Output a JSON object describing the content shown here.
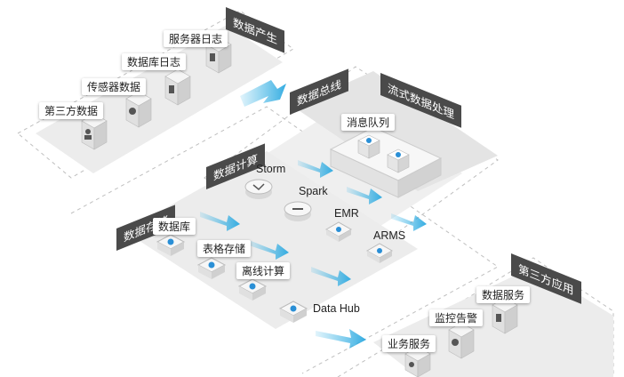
{
  "zones": {
    "data_generation": "数据产生",
    "stream_processing": "流式数据处理",
    "data_bus": "数据总线",
    "data_compute": "数据计算",
    "data_storage": "数据存储",
    "third_party_apps": "第三方应用"
  },
  "sources": [
    {
      "label": "服务器日志",
      "icon": "server-log-icon"
    },
    {
      "label": "数据库日志",
      "icon": "database-log-icon"
    },
    {
      "label": "传感器数据",
      "icon": "sensor-icon"
    },
    {
      "label": "第三方数据",
      "icon": "user-data-icon"
    }
  ],
  "message_queue": {
    "label": "消息队列",
    "icon": "message-queue-icon"
  },
  "compute": [
    {
      "label": "Storm",
      "icon": "storm-icon"
    },
    {
      "label": "Spark",
      "icon": "spark-icon"
    },
    {
      "label": "EMR",
      "icon": "emr-icon"
    },
    {
      "label": "ARMS",
      "icon": "arms-icon"
    }
  ],
  "storage": [
    {
      "label": "数据库",
      "icon": "database-icon"
    },
    {
      "label": "表格存储",
      "icon": "table-store-icon"
    },
    {
      "label": "离线计算",
      "icon": "offline-compute-icon"
    },
    {
      "label": "Data Hub",
      "icon": "datahub-icon"
    }
  ],
  "apps": [
    {
      "label": "数据服务",
      "icon": "data-service-icon"
    },
    {
      "label": "监控告警",
      "icon": "monitor-alert-icon"
    },
    {
      "label": "业务服务",
      "icon": "business-service-icon"
    }
  ],
  "colors": {
    "zone_tag": "#4a4a4a",
    "platform": "#ededed",
    "arrow": "#3ab5e6",
    "icon_blue": "#2a8fd6",
    "dashed": "#bfbfbf"
  }
}
